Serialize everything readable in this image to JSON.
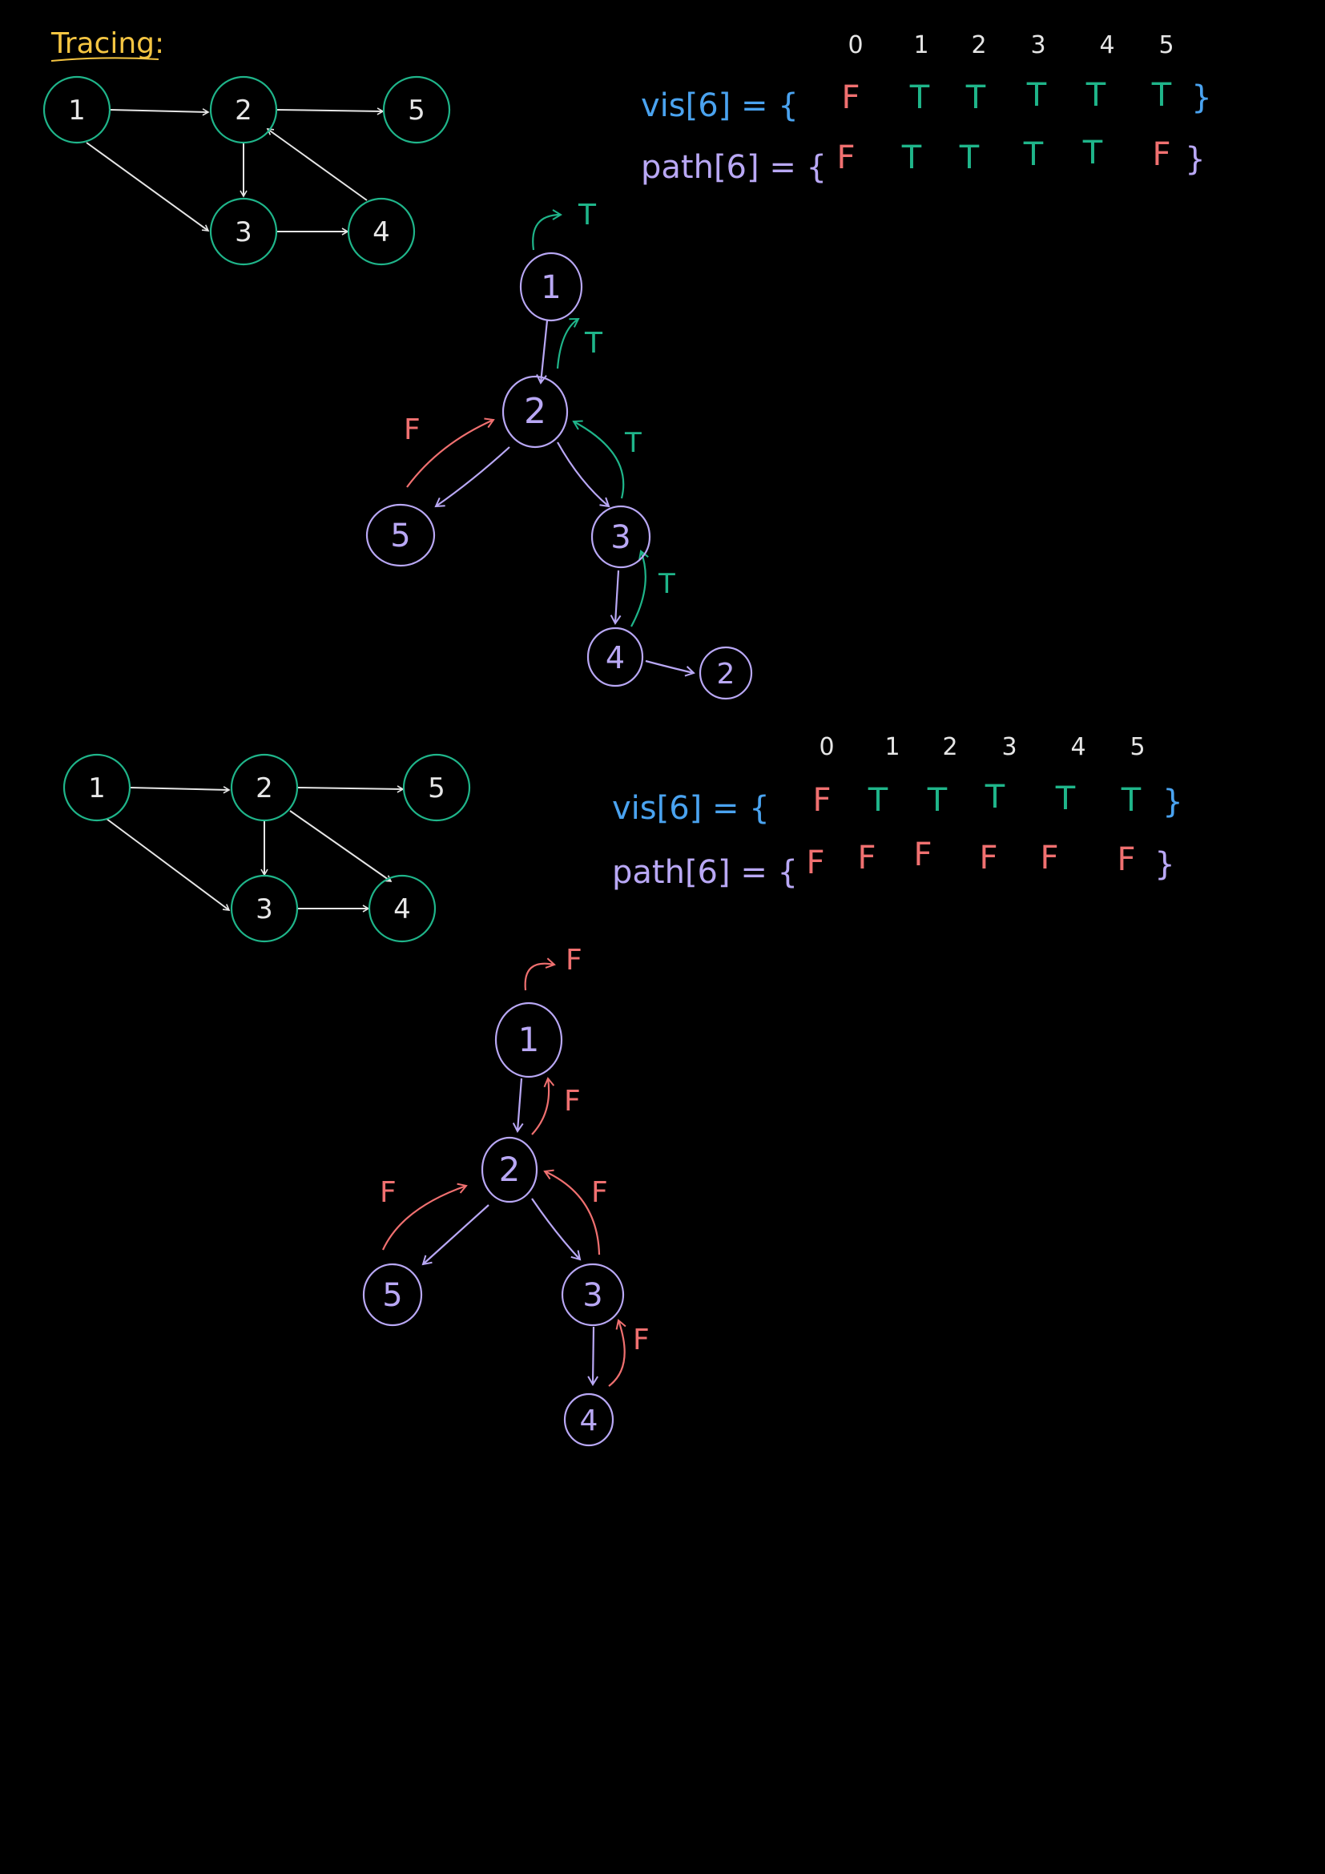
{
  "colors": {
    "background": "#000000",
    "title": "#f5c542",
    "graph_node": "#1fb58a",
    "graph_edge": "#e6e6e6",
    "graph_text": "#e6e6e6",
    "vis_label": "#4aa3f0",
    "path_label": "#b9a8f5",
    "index_text": "#e6e6e6",
    "value_true": "#1fb58a",
    "value_false": "#f07070",
    "trace_node": "#b9a8f5"
  },
  "title": "Tracing:",
  "sections": [
    {
      "graph": {
        "nodes": [
          "1",
          "2",
          "5",
          "3",
          "4"
        ],
        "edges": [
          [
            "1",
            "2"
          ],
          [
            "2",
            "5"
          ],
          [
            "1",
            "3"
          ],
          [
            "2",
            "3"
          ],
          [
            "3",
            "4"
          ],
          [
            "4",
            "2"
          ]
        ]
      },
      "indices": [
        "0",
        "1",
        "2",
        "3",
        "4",
        "5"
      ],
      "vis": {
        "label": "vis[6] = {",
        "close": "}",
        "values": [
          "F",
          "T",
          "T",
          "T",
          "T",
          "T"
        ]
      },
      "path": {
        "label": "path[6] = {",
        "close": "}",
        "values": [
          "F",
          "T",
          "T",
          "T",
          "T",
          "F"
        ]
      },
      "trace": {
        "nodes": [
          "1",
          "2",
          "5",
          "3",
          "4",
          "2"
        ],
        "return_labels": [
          "T",
          "T",
          "F",
          "T",
          "T"
        ]
      }
    },
    {
      "graph": {
        "nodes": [
          "1",
          "2",
          "5",
          "3",
          "4"
        ],
        "edges": [
          [
            "1",
            "2"
          ],
          [
            "2",
            "5"
          ],
          [
            "1",
            "3"
          ],
          [
            "2",
            "3"
          ],
          [
            "2",
            "4"
          ],
          [
            "3",
            "4"
          ]
        ]
      },
      "indices": [
        "0",
        "1",
        "2",
        "3",
        "4",
        "5"
      ],
      "vis": {
        "label": "vis[6] = {",
        "close": "}",
        "values": [
          "F",
          "T",
          "T",
          "T",
          "T",
          "T"
        ]
      },
      "path": {
        "label": "path[6] = {",
        "close": "}",
        "values": [
          "F",
          "F",
          "F",
          "F",
          "F",
          "F"
        ]
      },
      "trace": {
        "nodes": [
          "1",
          "2",
          "5",
          "3",
          "4"
        ],
        "return_labels": [
          "F",
          "F",
          "F",
          "F",
          "F"
        ]
      }
    }
  ]
}
